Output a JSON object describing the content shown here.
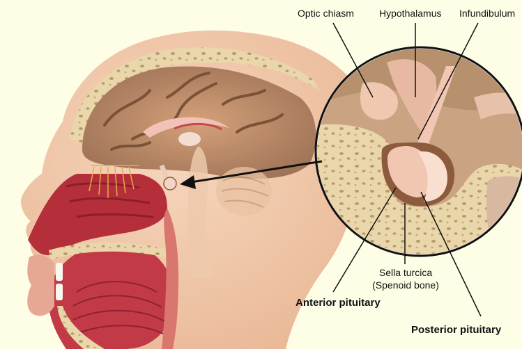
{
  "labels": {
    "optic_chiasm": "Optic chiasm",
    "hypothalamus": "Hypothalamus",
    "infundibulum": "Infundibulum",
    "sella_turcica": "Sella turcica",
    "sella_turcica_sub": "(Spenoid bone)",
    "anterior_pituitary": "Anterior pituitary",
    "posterior_pituitary": "Posterior pituitary"
  },
  "colors": {
    "background": "#fefde6",
    "skin": "#f2c9a8",
    "bone": "#e8d4a6",
    "brain": "#b98a68",
    "muscle": "#b8323d",
    "gland": "#f6d2c0"
  }
}
